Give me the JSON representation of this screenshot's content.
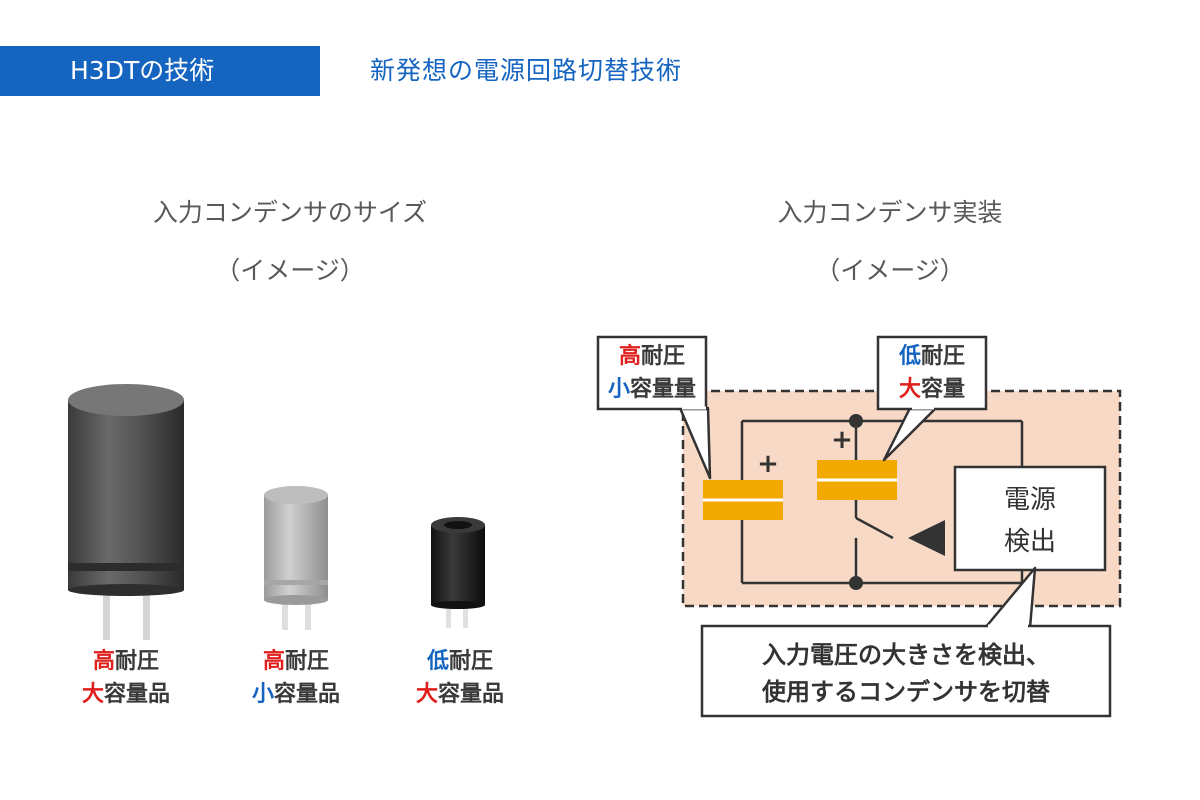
{
  "header": {
    "tag": "H3DTの技術",
    "title": "新発想の電源回路切替技術"
  },
  "left_panel": {
    "title_line1": "入力コンデンサのサイズ",
    "title_line2": "（イメージ）",
    "capacitors": [
      {
        "rating_em": "高",
        "rating_rest": "耐圧",
        "cap_em": "大",
        "cap_rest": "容量品"
      },
      {
        "rating_em": "高",
        "rating_rest": "耐圧",
        "cap_em": "小",
        "cap_rest": "容量品"
      },
      {
        "rating_em": "低",
        "rating_rest": "耐圧",
        "cap_em": "大",
        "cap_rest": "容量品"
      }
    ]
  },
  "right_panel": {
    "title_line1": "入力コンデンサ実装",
    "title_line2": "（イメージ）",
    "callout_left": {
      "rating_em": "高",
      "rating_rest": "耐圧",
      "cap_em": "小",
      "cap_rest": "容量量"
    },
    "callout_right": {
      "rating_em": "低",
      "rating_rest": "耐圧",
      "cap_em": "大",
      "cap_rest": "容量"
    },
    "plus_sign": "+",
    "detector_line1": "電源",
    "detector_line2": "検出",
    "note_line1": "入力電圧の大きさを検出、",
    "note_line2": "使用するコンデンサを切替"
  },
  "colors": {
    "brand_blue": "#1565c0",
    "emphasis_red": "#e0201d",
    "capacitor_orange": "#f2a900",
    "module_fill": "#f8d9c6"
  }
}
